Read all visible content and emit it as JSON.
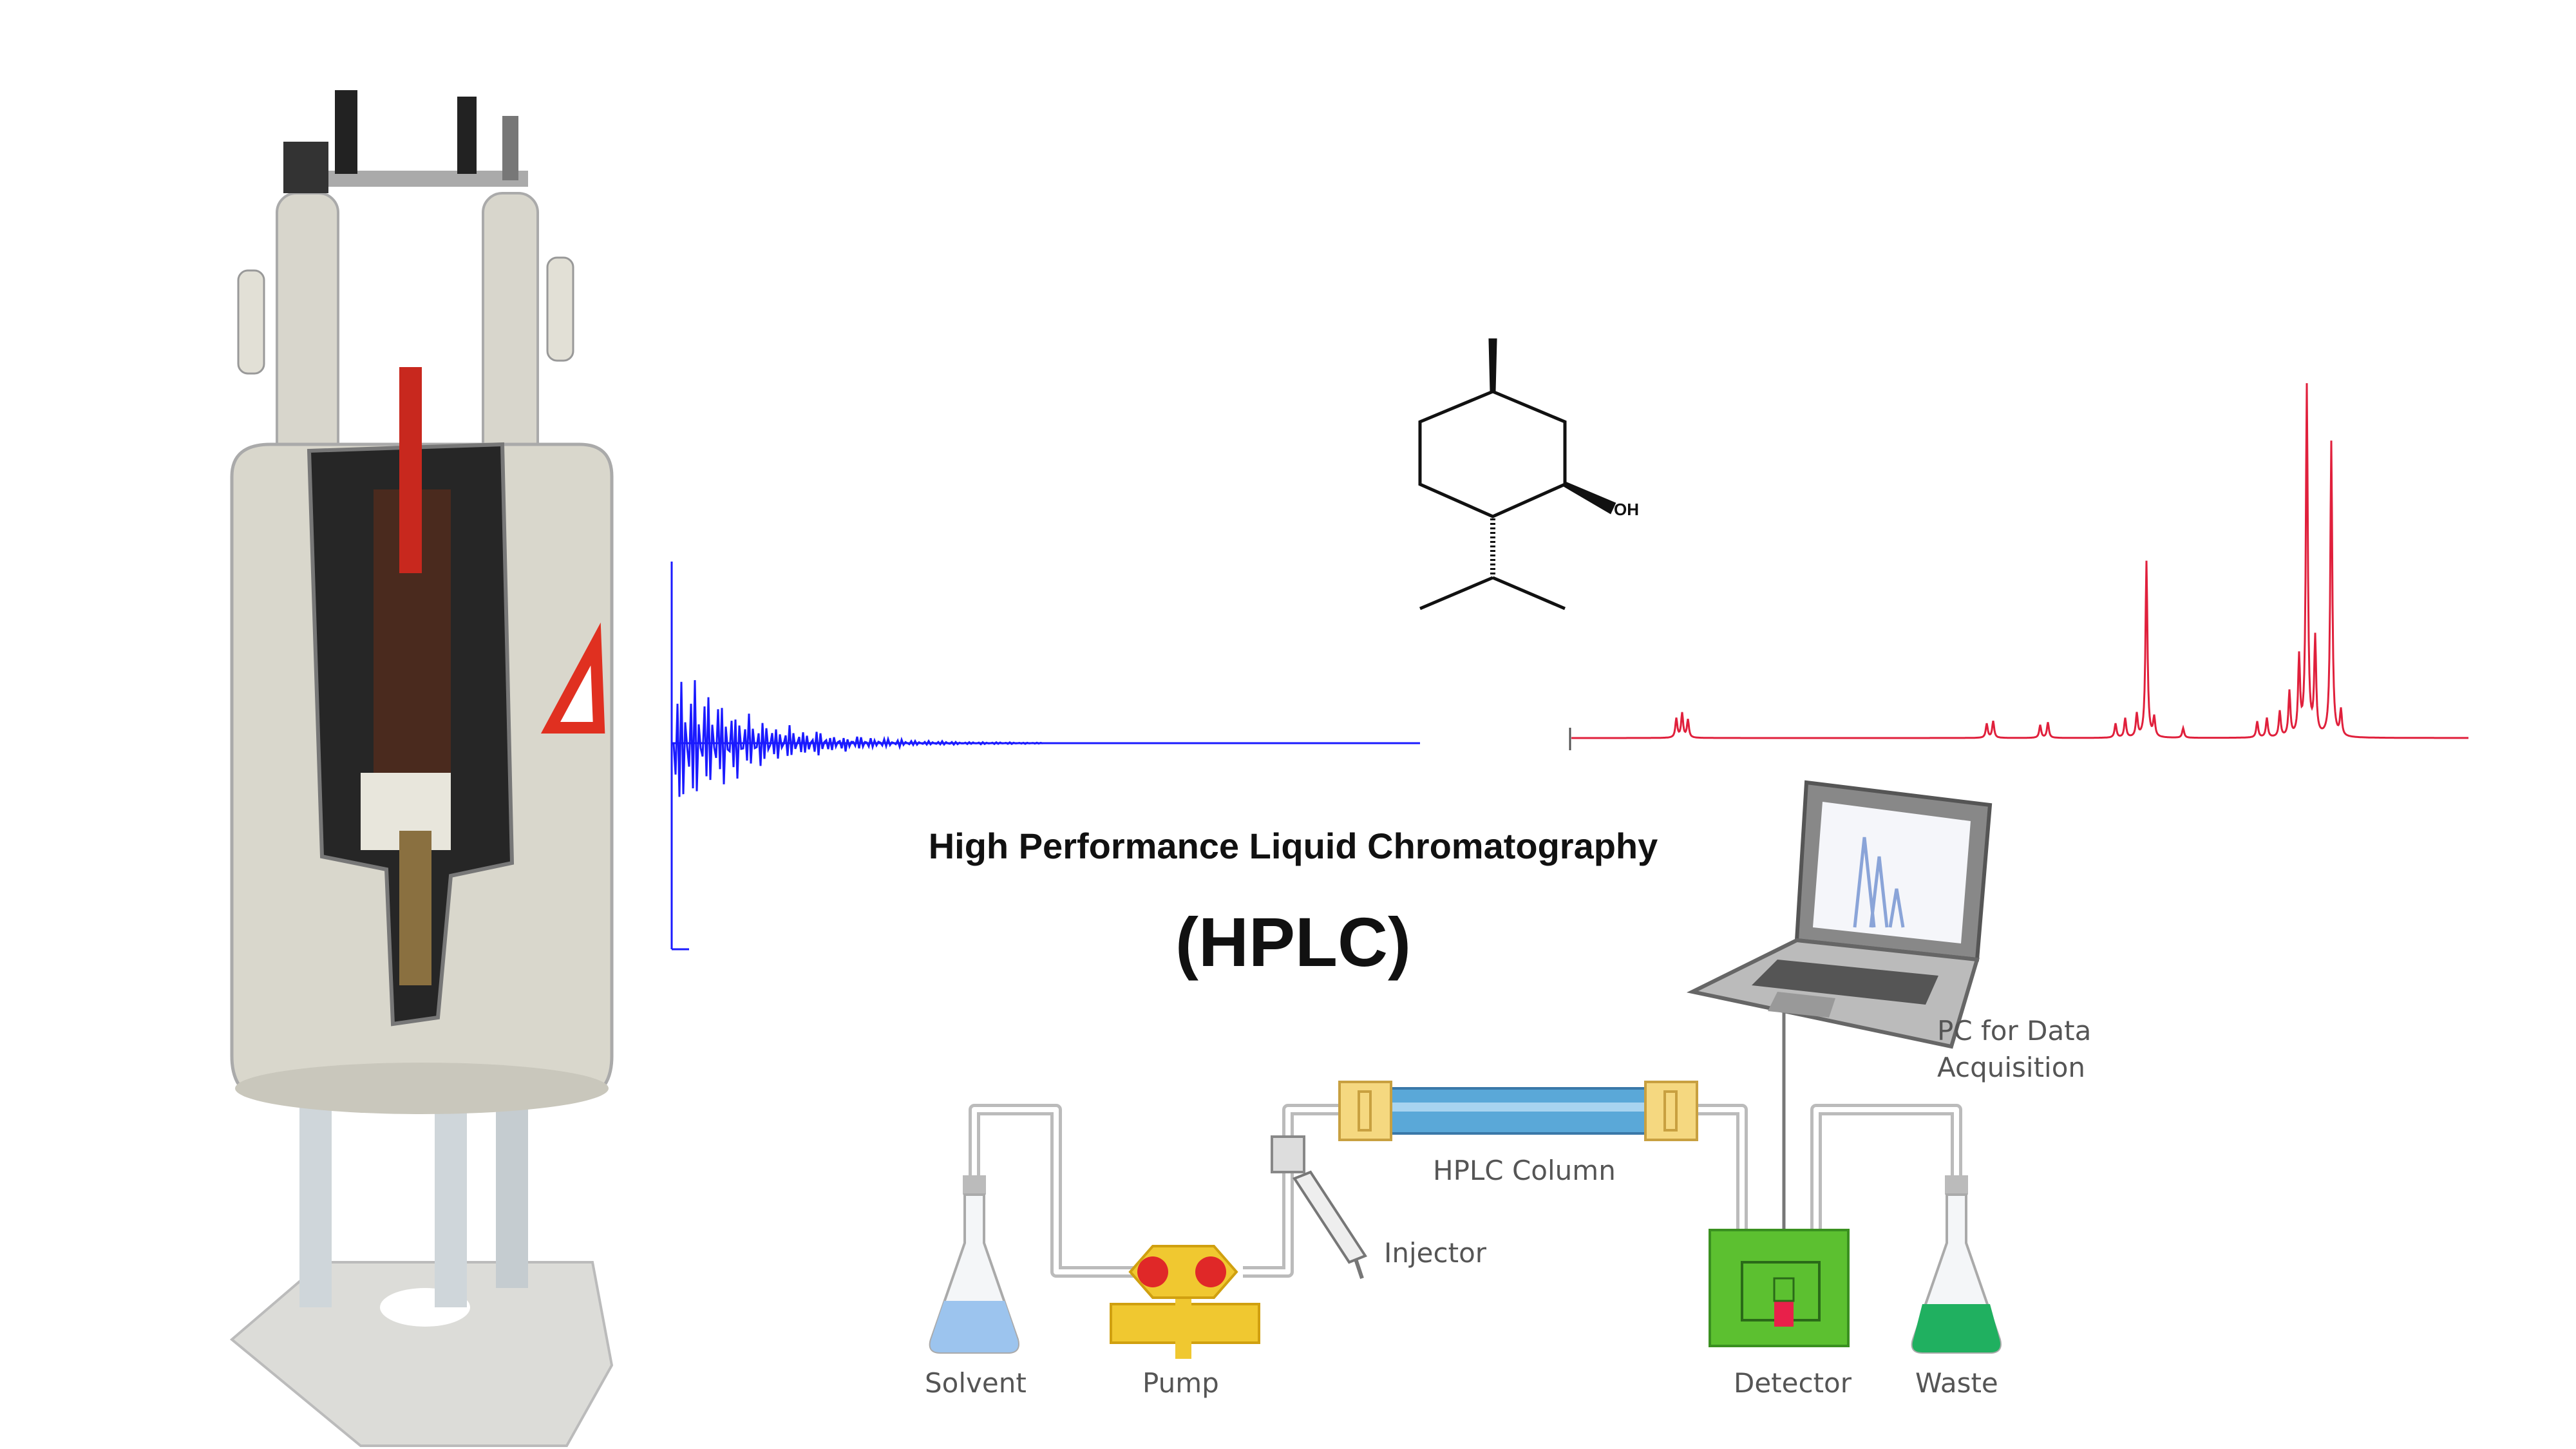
{
  "molecule": {
    "oh_label": "OH"
  },
  "hplc": {
    "title": "High Performance Liquid Chromatography",
    "abbrev": "(HPLC)",
    "labels": {
      "pc_line1": "PC for Data",
      "pc_line2": "Acquisition",
      "column": "HPLC Column",
      "injector": "Injector",
      "solvent": "Solvent",
      "pump": "Pump",
      "detector": "Detector",
      "waste": "Waste"
    }
  },
  "colors": {
    "fid": "#1a1aff",
    "spectrum": "#e0203c",
    "column": "#5aa8d8",
    "detector": "#5cc030",
    "waste_liquid": "#20b060",
    "solvent_liquid": "#9cc4ee"
  }
}
